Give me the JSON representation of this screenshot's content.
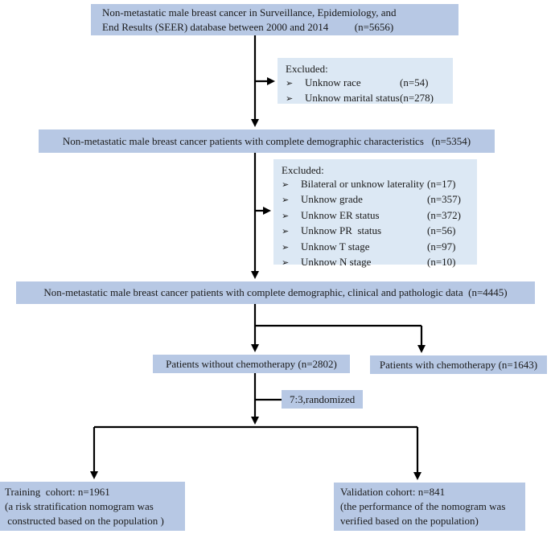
{
  "figure": {
    "type": "flow-diagram",
    "description": "SEER male breast cancer cohort selection flowchart"
  },
  "colors": {
    "main_box_fill": "#b7c8e4",
    "excluded_box_fill": "#dce8f4",
    "arrow": "#000000"
  },
  "boxes": {
    "seer": {
      "lines": [
        "Non-metastatic male breast cancer in Surveillance, Epidemiology, and",
        "End Results (SEER) database between 2000 and 2014          (n=5656)"
      ]
    },
    "demographic_complete": {
      "text": "Non-metastatic male breast cancer patients with complete demographic characteristics   (n=5354)"
    },
    "full_data": {
      "text": "Non-metastatic male breast cancer patients with complete demographic, clinical and pathologic data  (n=4445)"
    },
    "no_chemo": {
      "text": "Patients without chemotherapy (n=2802)"
    },
    "chemo": {
      "text": "Patients with chemotherapy (n=1643)"
    },
    "randomized": {
      "text": "7:3,randomized"
    },
    "training": {
      "lines": [
        "Training  cohort: n=1961",
        "(a risk stratification nomogram was",
        " constructed based on the population )"
      ]
    },
    "validation": {
      "lines": [
        "Validation cohort: n=841",
        "(the performance of the nomogram was",
        "verified based on the population)"
      ]
    }
  },
  "excluded_first": {
    "title": "Excluded:",
    "bullet": "➢",
    "items": [
      {
        "label": "Unknow race",
        "n": "(n=54)"
      },
      {
        "label": "Unknow marital status",
        "n": "(n=278)"
      }
    ]
  },
  "excluded_second": {
    "title": "Excluded:",
    "bullet": "➢",
    "items": [
      {
        "label": "Bilateral or unknow laterality",
        "n": "(n=17)"
      },
      {
        "label": "Unknow grade",
        "n": "(n=357)"
      },
      {
        "label": "Unknow ER status",
        "n": "(n=372)"
      },
      {
        "label": "Unknow PR  status",
        "n": "(n=56)"
      },
      {
        "label": "Unknow T stage",
        "n": "(n=97)"
      },
      {
        "label": "Unknow N stage",
        "n": "(n=10)"
      }
    ]
  }
}
